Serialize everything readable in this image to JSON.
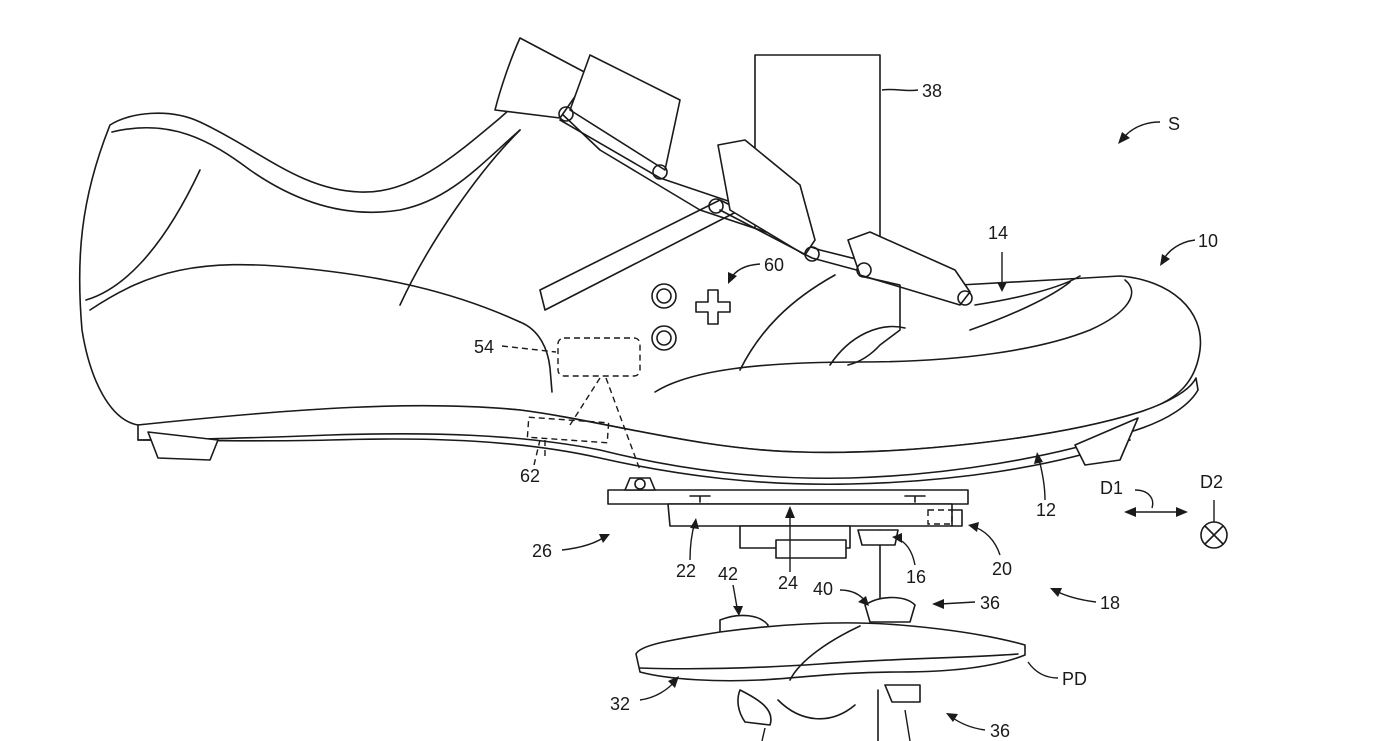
{
  "labels": {
    "s": "S",
    "l10": "10",
    "l12": "12",
    "l14": "14",
    "l16": "16",
    "l18": "18",
    "l20": "20",
    "l22": "22",
    "l24": "24",
    "l26": "26",
    "l32": "32",
    "l36a": "36",
    "l36b": "36",
    "l38": "38",
    "l40": "40",
    "l42": "42",
    "l54": "54",
    "l60": "60",
    "l62": "62",
    "d1": "D1",
    "d2": "D2",
    "pd": "PD"
  }
}
